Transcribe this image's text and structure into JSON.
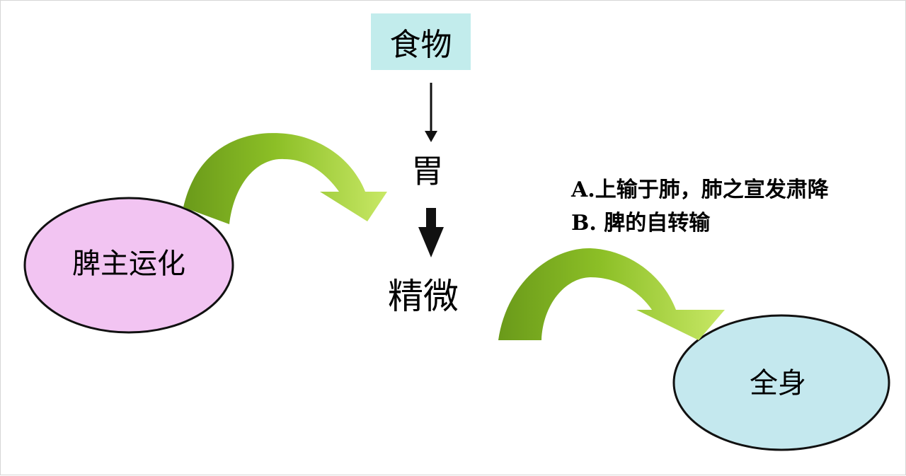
{
  "diagram": {
    "food": "食物",
    "stomach": "胃",
    "essence": "精微",
    "spleen_function": "脾主运化",
    "whole_body": "全身",
    "notes": [
      "A.上输于肺，肺之宣发肃降",
      "B. 脾的自转输"
    ]
  },
  "colors": {
    "food_box": "#c2ecec",
    "spleen_ellipse": "#f2c4f2",
    "body_ellipse": "#c4e8ee",
    "arrow_green_light": "#bde24a",
    "arrow_green_dark": "#6a9a1a"
  }
}
